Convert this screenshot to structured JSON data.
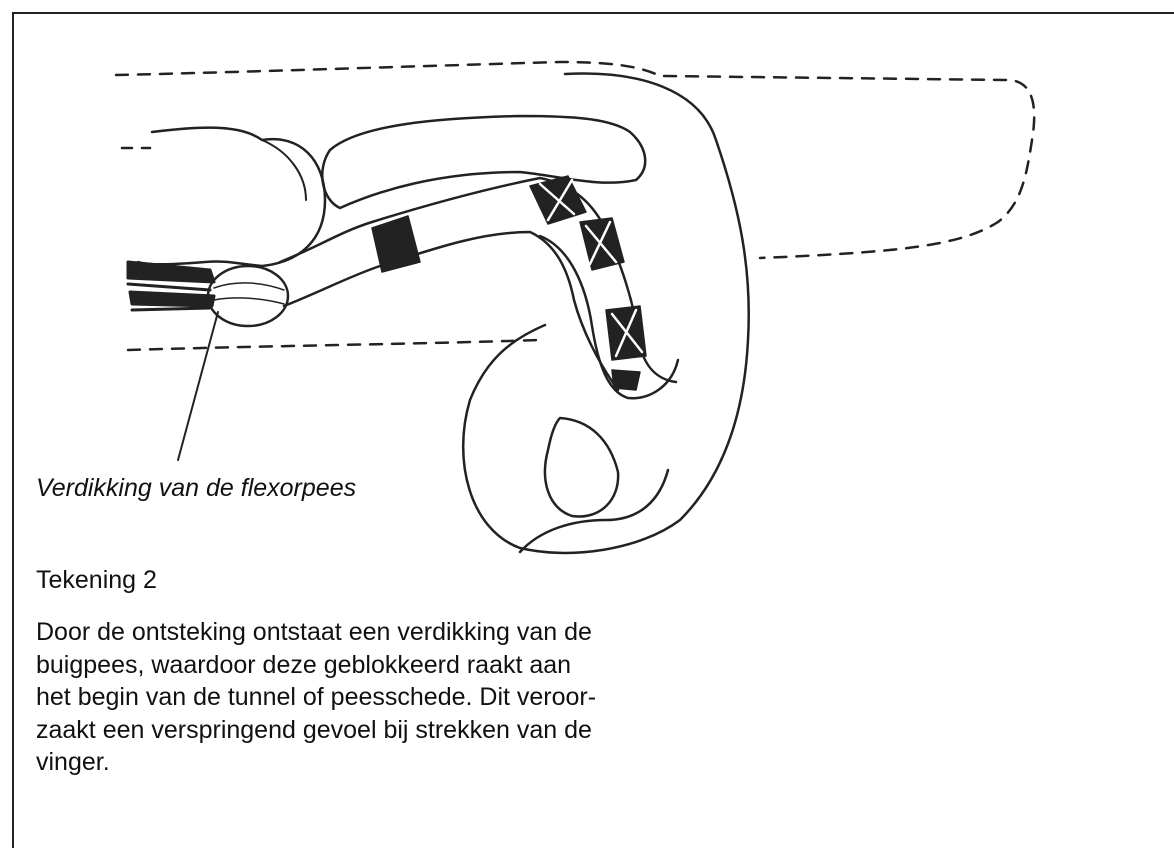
{
  "figure": {
    "callout_label": "Verdikking van de flexorpees",
    "title": "Tekening 2",
    "caption_lines": [
      "Door de ontsteking ontstaat een verdikking van de",
      "buigpees, waardoor deze geblokkeerd raakt aan",
      "het begin van de tunnel of peesschede. Dit veroor-",
      "zaakt een verspringend gevoel bij strekken van de",
      "vinger."
    ]
  }
}
